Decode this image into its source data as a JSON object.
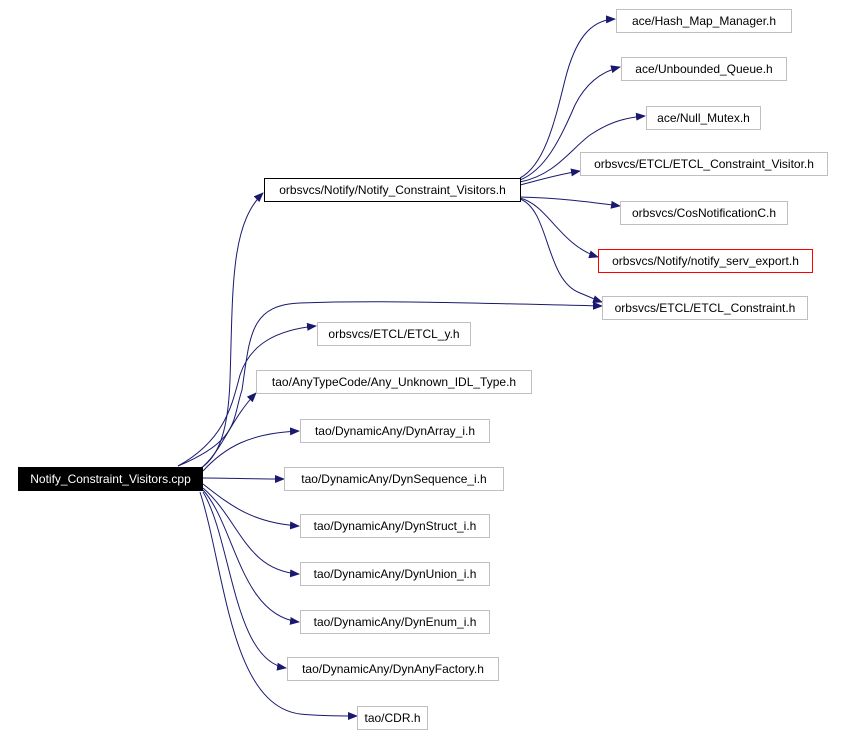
{
  "colors": {
    "edge": "#191970",
    "node_border": "#bfbfbf",
    "root_bg": "#000000",
    "highlight_border": "#ff0000"
  },
  "diagram": {
    "nodes": {
      "root": "Notify_Constraint_Visitors.cpp",
      "visitors_h": "orbsvcs/Notify/Notify_Constraint_Visitors.h",
      "hash_map": "ace/Hash_Map_Manager.h",
      "unbounded_queue": "ace/Unbounded_Queue.h",
      "null_mutex": "ace/Null_Mutex.h",
      "etcl_visitor": "orbsvcs/ETCL/ETCL_Constraint_Visitor.h",
      "cosnotif": "orbsvcs/CosNotificationC.h",
      "notify_export": "orbsvcs/Notify/notify_serv_export.h",
      "etcl_constraint": "orbsvcs/ETCL/ETCL_Constraint.h",
      "etcl_y": "orbsvcs/ETCL/ETCL_y.h",
      "any_unknown": "tao/AnyTypeCode/Any_Unknown_IDL_Type.h",
      "dynarray": "tao/DynamicAny/DynArray_i.h",
      "dynsequence": "tao/DynamicAny/DynSequence_i.h",
      "dynstruct": "tao/DynamicAny/DynStruct_i.h",
      "dynunion": "tao/DynamicAny/DynUnion_i.h",
      "dynenum": "tao/DynamicAny/DynEnum_i.h",
      "dynanyfactory": "tao/DynamicAny/DynAnyFactory.h",
      "cdr": "tao/CDR.h"
    }
  }
}
